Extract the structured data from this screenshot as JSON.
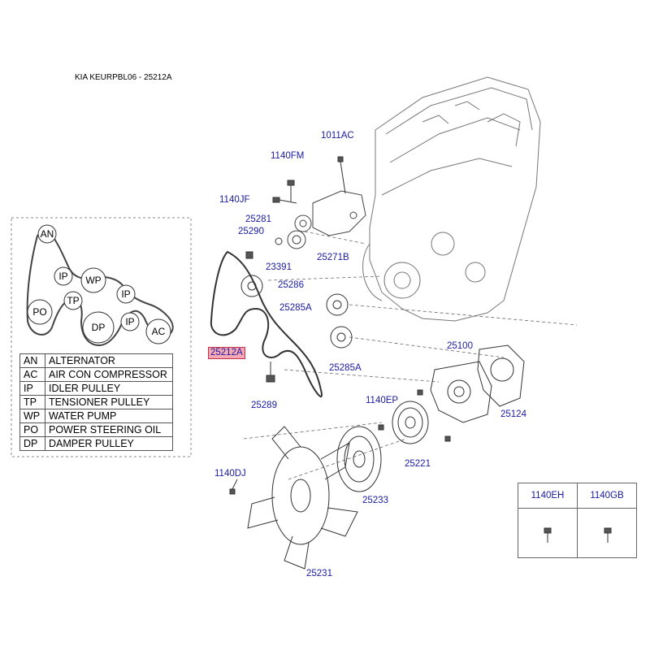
{
  "title": "KIA KEURPBL06 - 25212A",
  "part_labels": {
    "p1011AC": "1011AC",
    "p1140FM": "1140FM",
    "p1140JF": "1140JF",
    "p25281": "25281",
    "p25290": "25290",
    "p23391": "23391",
    "p25271B": "25271B",
    "p25286": "25286",
    "p25285A_1": "25285A",
    "p25285A_2": "25285A",
    "p25212A": "25212A",
    "p25289": "25289",
    "p25100": "25100",
    "p1140EP": "1140EP",
    "p25124": "25124",
    "p25221": "25221",
    "p1140DJ": "1140DJ",
    "p25233": "25233",
    "p25231": "25231"
  },
  "belt_route": {
    "pulleys": [
      "AN",
      "IP",
      "WP",
      "TP",
      "IP",
      "PO",
      "DP",
      "IP",
      "AC"
    ]
  },
  "legend": [
    {
      "code": "AN",
      "desc": "ALTERNATOR"
    },
    {
      "code": "AC",
      "desc": "AIR CON COMPRESSOR"
    },
    {
      "code": "IP",
      "desc": "IDLER PULLEY"
    },
    {
      "code": "TP",
      "desc": "TENSIONER PULLEY"
    },
    {
      "code": "WP",
      "desc": "WATER PUMP"
    },
    {
      "code": "PO",
      "desc": "POWER STEERING OIL"
    },
    {
      "code": "DP",
      "desc": "DAMPER PULLEY"
    }
  ],
  "bolt_table": {
    "headers": [
      "1140EH",
      "1140GB"
    ]
  },
  "colors": {
    "label": "#1a1aa0",
    "highlight_fill": "#f6a9b5",
    "line": "#555555"
  }
}
